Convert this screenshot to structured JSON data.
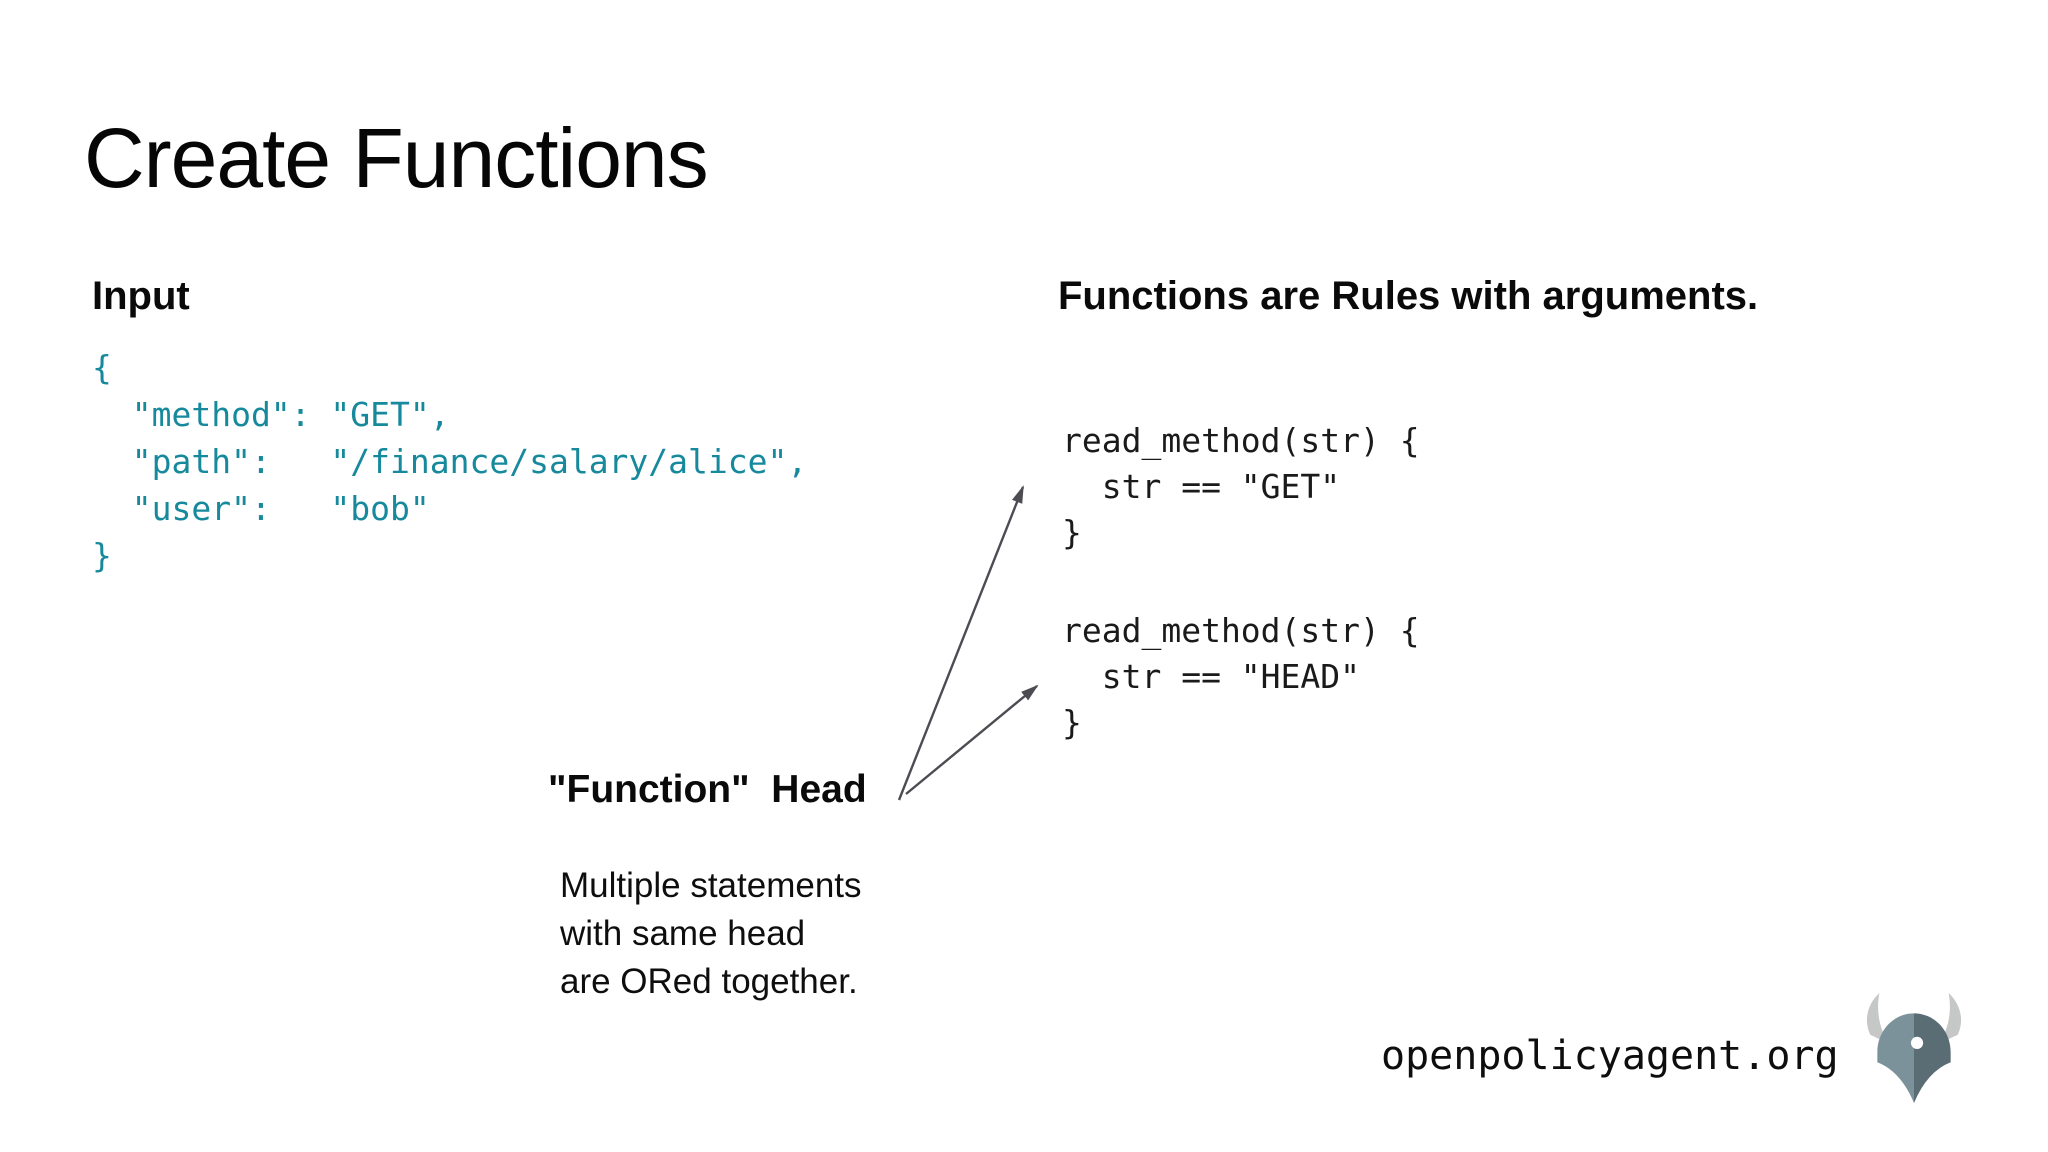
{
  "slide": {
    "title": "Create Functions"
  },
  "input_section": {
    "heading": "Input",
    "code": "{\n  \"method\": \"GET\",\n  \"path\":   \"/finance/salary/alice\",\n  \"user\":   \"bob\"\n}"
  },
  "functions_section": {
    "heading": "Functions are Rules with arguments.",
    "code_blocks": [
      "read_method(str) {\n  str == \"GET\"\n}",
      "read_method(str) {\n  str == \"HEAD\"\n}"
    ]
  },
  "annotations": {
    "function_head_label": "\"Function\"  Head",
    "note": "Multiple statements\nwith same head\nare ORed together."
  },
  "footer": {
    "url": "openpolicyagent.org",
    "logo": "opa-viking-helmet-logo"
  },
  "colors": {
    "teal": "#17899c",
    "arrow": "#4c4c52",
    "logo_horns": "#c5c8c7",
    "logo_helmet_left": "#7c929a",
    "logo_helmet_right": "#5a6c74",
    "logo_eye": "#ffffff"
  }
}
